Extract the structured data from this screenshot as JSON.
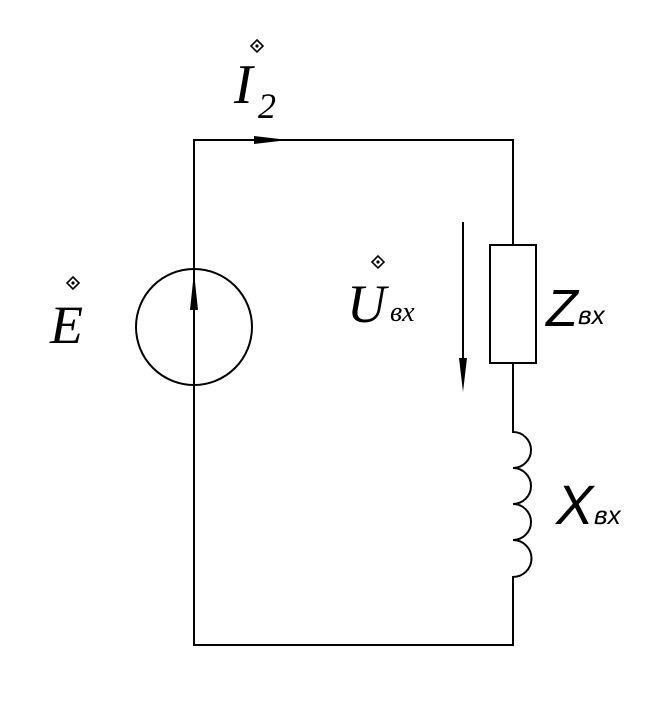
{
  "labels": {
    "current": {
      "letter": "I",
      "subscript": "2"
    },
    "source_emf": {
      "letter": "E"
    },
    "input_voltage": {
      "letter": "U",
      "subscript": "вх"
    },
    "impedance": {
      "letter": "Z",
      "subscript": "вх"
    },
    "reactance": {
      "letter": "X",
      "subscript": "вх"
    }
  },
  "colors": {
    "line": "#000000",
    "background": "#ffffff"
  },
  "icons": {
    "phasor_marker": "dotted-diamond-icon"
  }
}
